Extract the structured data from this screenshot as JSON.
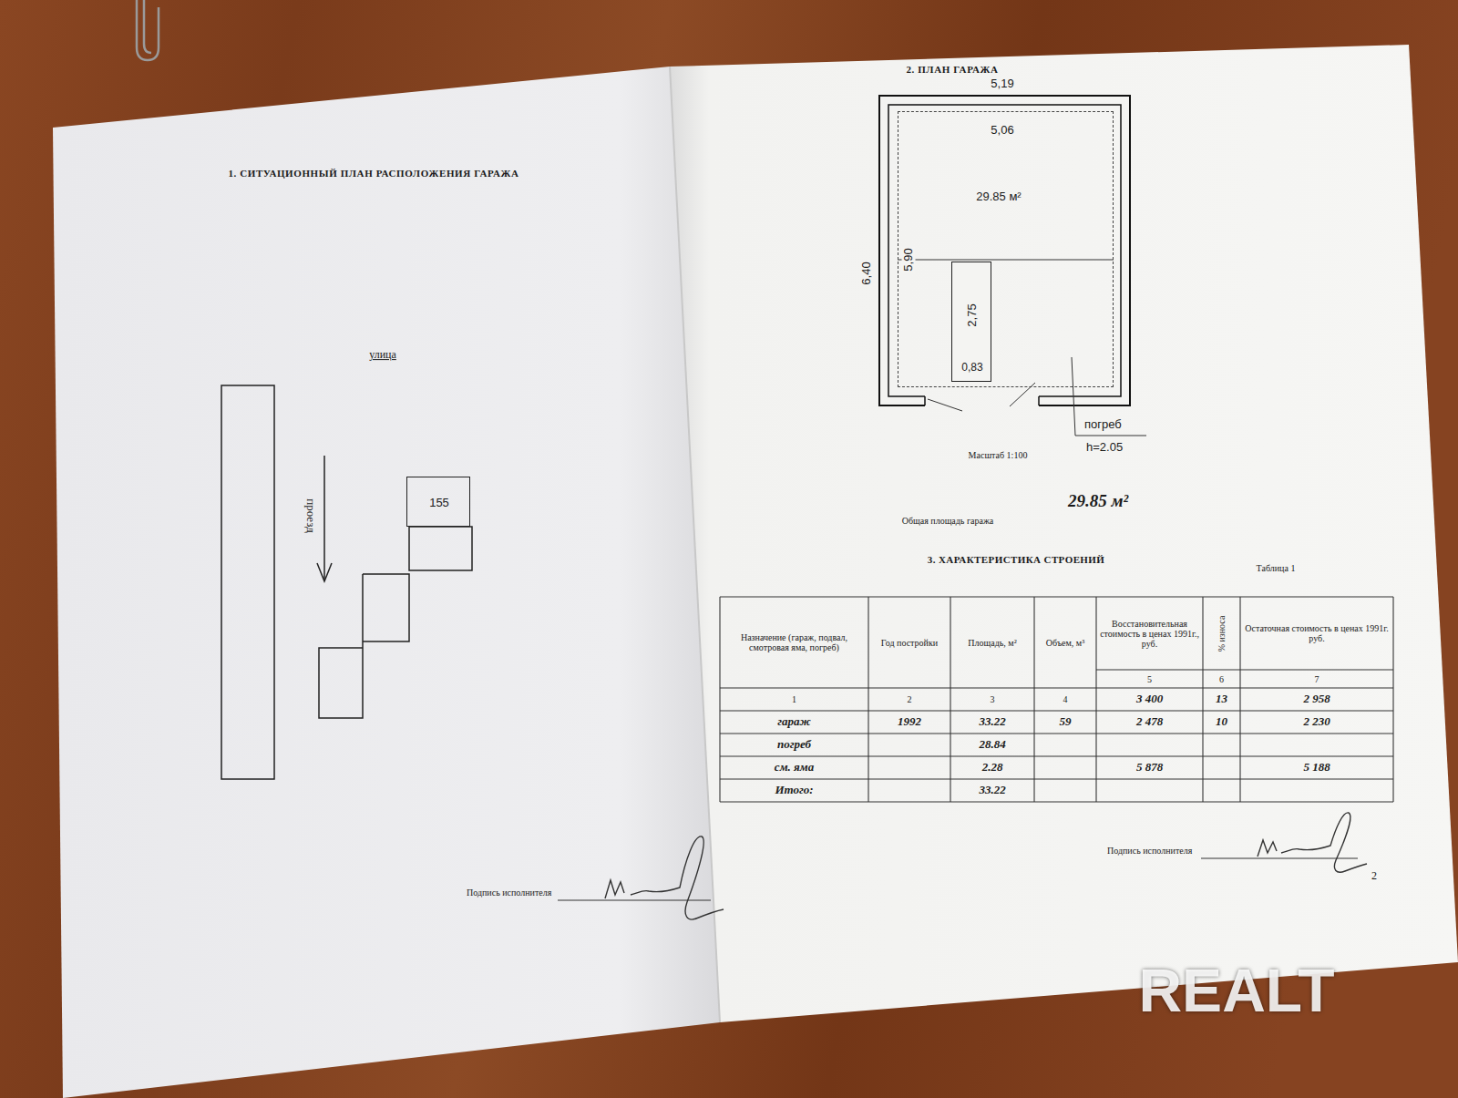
{
  "diagram": {
    "nodes": [
      {
        "text": [
          "155"
        ]
      },
      {
        "text": [
          "29.85 м²"
        ]
      },
      {
        "text": [
          "2,75",
          "0,83"
        ],
        "in": 1
      }
    ],
    "labels": [
      "1. СИТУАЦИОННЫЙ ПЛАН РАСПОЛОЖЕНИЯ ГАРАЖА",
      "улица",
      "проезд",
      "Подпись исполнителя",
      "2. ПЛАН ГАРАЖА",
      "5,19",
      "5,06",
      "6,40",
      "5,90",
      "погреб",
      "h=2.05",
      "Масштаб 1:100",
      "Общая площадь гаража",
      "29.85 м²",
      "3. ХАРАКТЕРИСТИКА СТРОЕНИЙ",
      "Таблица 1",
      "Назначение (гараж, подвал, смотровая яма, погреб)",
      "Год постройки",
      "Площадь, м²",
      "Объем, м³",
      "Восстановительная стоимость в ценах 1991г., руб.",
      "% износа",
      "Остаточная стоимость в ценах 1991г. руб.",
      "5",
      "6",
      "7",
      "1",
      "2",
      "3",
      "4",
      "3 400",
      "13",
      "2 958",
      "гараж",
      "1992",
      "33.22",
      "59",
      "2 478",
      "10",
      "2 230",
      "погреб",
      "28.84",
      "см. яма",
      "2.28",
      "5 878",
      "5 188",
      "Итого:",
      "33.22",
      "Подпись исполнителя",
      "2",
      "REALT"
    ]
  }
}
